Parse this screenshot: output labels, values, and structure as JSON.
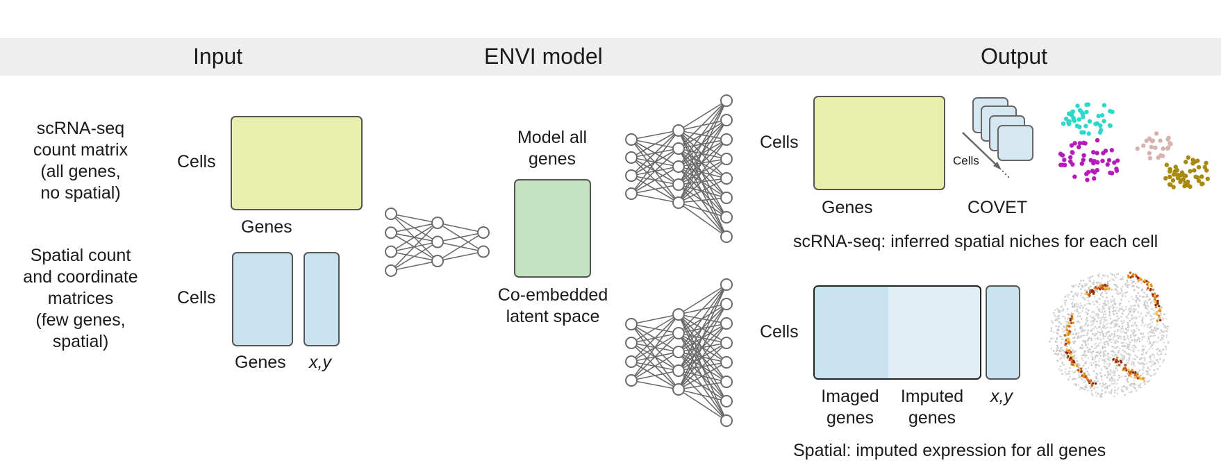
{
  "headers": {
    "input": "Input",
    "model": "ENVI model",
    "output": "Output"
  },
  "input": {
    "scrna": {
      "description": [
        "scRNA-seq",
        "count matrix",
        "(all genes,",
        "no spatial)"
      ],
      "rows_label": "Cells",
      "cols_label": "Genes"
    },
    "spatial": {
      "description": [
        "Spatial count",
        "and coordinate",
        "matrices",
        "(few genes,",
        "spatial)"
      ],
      "rows_label": "Cells",
      "cols_label": "Genes",
      "coords_label": "x,y"
    }
  },
  "model": {
    "top_label": [
      "Model all",
      "genes"
    ],
    "latent_label": [
      "Co-embedded",
      "latent space"
    ]
  },
  "output": {
    "scrna": {
      "rows_label": "Cells",
      "cols_label": "Genes",
      "covet_label": "COVET",
      "covet_axis_label": "Cells",
      "caption": "scRNA-seq: inferred spatial niches for each cell"
    },
    "spatial": {
      "rows_label": "Cells",
      "imaged_label": [
        "Imaged",
        "genes"
      ],
      "imputed_label": [
        "Imputed",
        "genes"
      ],
      "coords_label": "x,y",
      "caption": "Spatial: imputed expression for all genes"
    }
  },
  "colors": {
    "yellow_matrix": "#e8eeab",
    "blue_matrix": "#c9e2ef",
    "green_latent": "#c3e3c1",
    "cluster_cyan": "#2ed8c8",
    "cluster_magenta": "#b51bb8",
    "cluster_pink": "#d8b3ad",
    "cluster_olive": "#a88a10",
    "header_band": "#eeeeee"
  }
}
